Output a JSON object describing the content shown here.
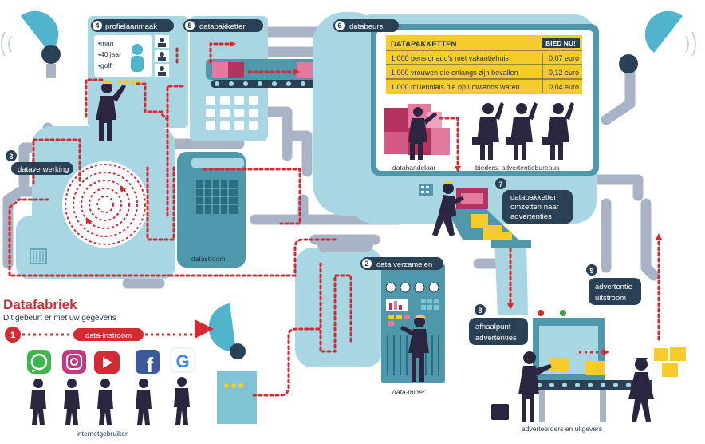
{
  "title": "Datafabriek",
  "subtitle": "Dit gebeurt er met uw gegevens",
  "steps": [
    {
      "number": "1",
      "label": "data-instroom"
    },
    {
      "number": "2",
      "label": "data verzamelen"
    },
    {
      "number": "3",
      "label": "dataverwerking"
    },
    {
      "number": "4",
      "label": "profielaanmaak"
    },
    {
      "number": "5",
      "label": "datapakketten"
    },
    {
      "number": "6",
      "label": "databeurs"
    },
    {
      "number": "7",
      "label_lines": [
        "datapakketten",
        "omzetten naar",
        "advertenties"
      ]
    },
    {
      "number": "8",
      "label_lines": [
        "afhaalpunt",
        "advertenties"
      ]
    },
    {
      "number": "9",
      "label_lines": [
        "advertentie-",
        "uitstroom"
      ]
    }
  ],
  "profile_card": {
    "lines": [
      "•man",
      "•40 jaar",
      "•golf"
    ]
  },
  "exchange_board": {
    "header": "DATAPAKKETTEN",
    "badge": "BIED NU!",
    "rows": [
      {
        "item": "1.000 pensionado's met vakantiehuis",
        "price": "0,07 euro"
      },
      {
        "item": "1.000 vrouwen die onlangs zijn bevallen",
        "price": "0,12 euro"
      },
      {
        "item": "1.000 millennials die op Lowlands waren",
        "price": "0,04 euro"
      }
    ]
  },
  "captions": {
    "internet_users": "internetgebruiker",
    "data_miner": "data-miner",
    "data_trader": "datahandelaar",
    "bidders": "bieders; advertentiebureaus",
    "data_stream": "datastroom",
    "advertisers": "adverteerders en uitgevers"
  },
  "app_icons": [
    "whatsapp-icon",
    "instagram-icon",
    "youtube-icon",
    "facebook-icon",
    "google-icon"
  ],
  "colors": {
    "accent_red": "#d42a33",
    "navy": "#2a4054",
    "figure": "#2c2540",
    "pipe": "#a9b3c6",
    "machine_blue": "#4f98ac",
    "light_blue": "#a8d7e3",
    "yellow": "#f5cc2a",
    "magenta": "#b4335f"
  }
}
